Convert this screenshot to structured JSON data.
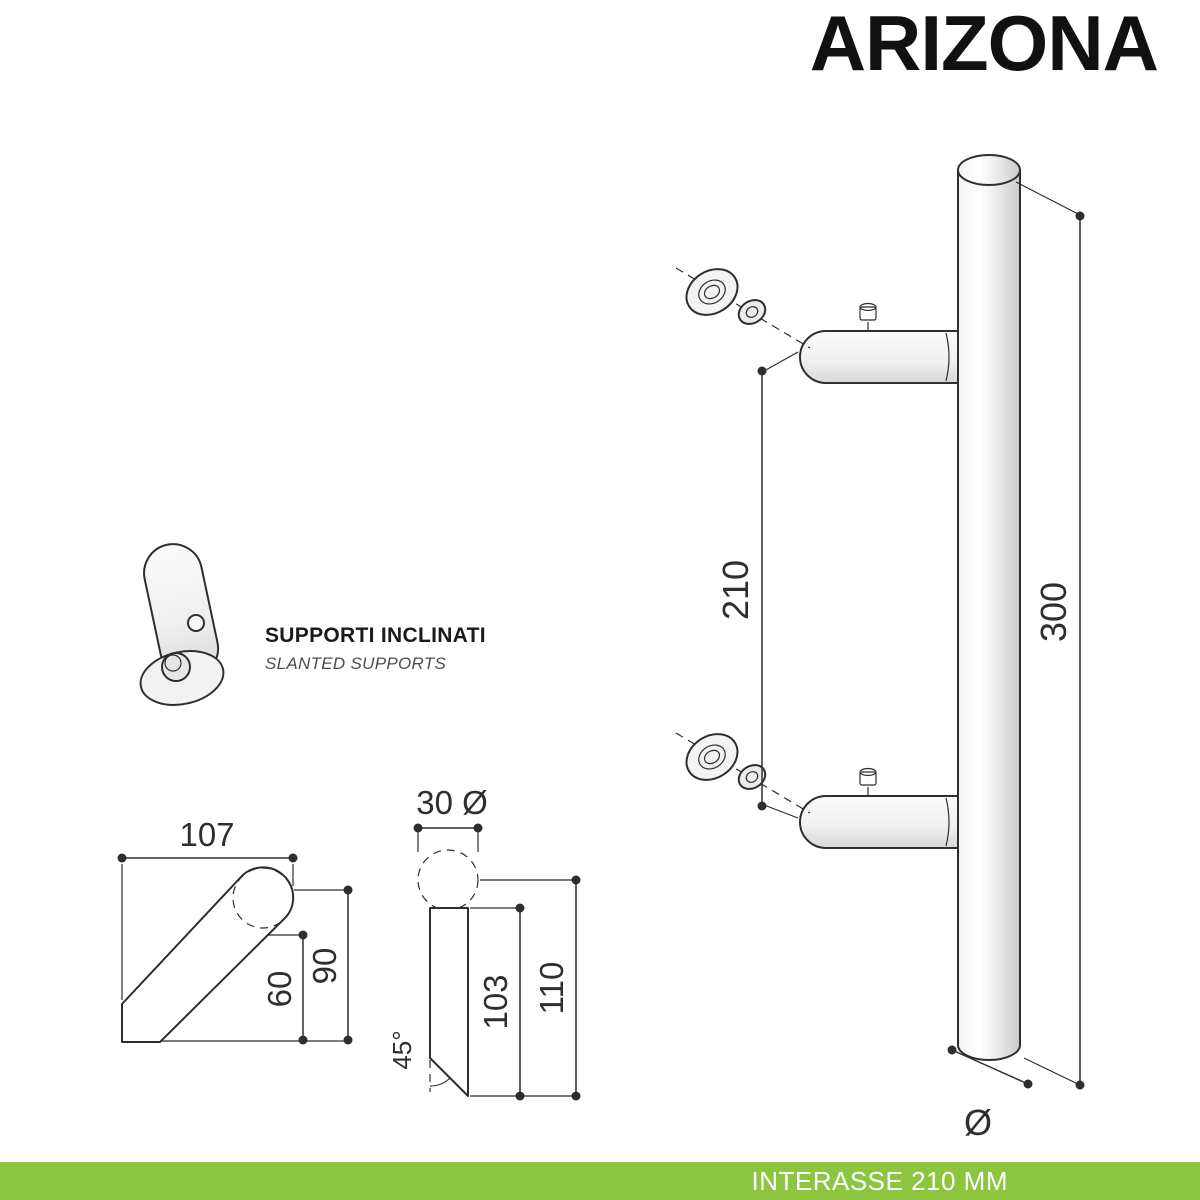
{
  "brand": {
    "title": "ARIZONA"
  },
  "detail_label": {
    "primary": "SUPPORTI INCLINATI",
    "secondary": "SLANTED SUPPORTS"
  },
  "dims": {
    "interaxis": "210",
    "overall_length": "300",
    "diameter_symbol": "Ø",
    "support_projection": "107",
    "support_height": "90",
    "support_lower_height": "60",
    "tube_diameter": "30 Ø",
    "front_inner_height": "103",
    "front_total_height": "110",
    "support_angle": "45°"
  },
  "footer": {
    "label": "INTERASSE 210 MM"
  },
  "colors": {
    "accent_green": "#8CC63F",
    "line_dark": "#2E2E2E",
    "text_muted": "#4D4D4D"
  }
}
